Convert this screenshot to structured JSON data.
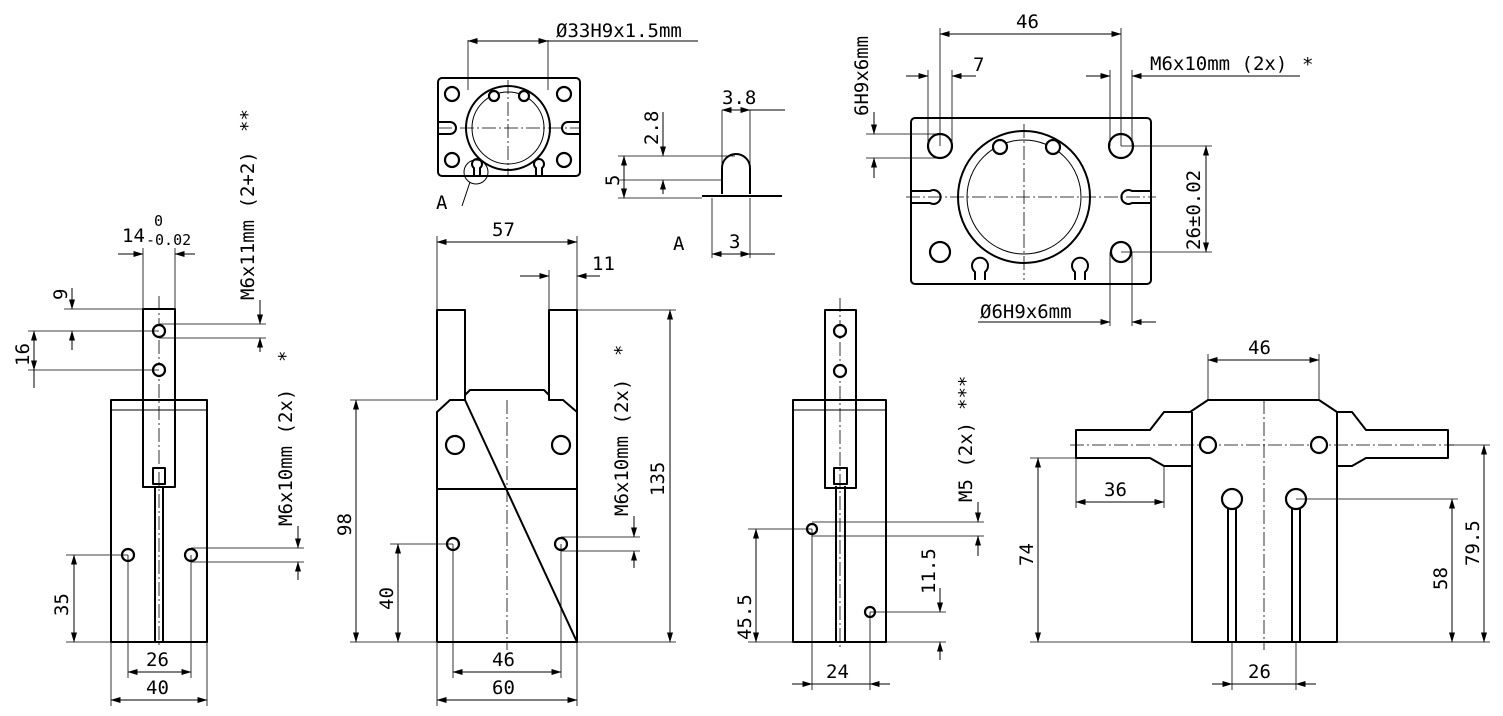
{
  "drawing": {
    "view_top": {
      "bore_label": "Ø33H9x1.5mm",
      "detail_ref": "A"
    },
    "detail_a": {
      "label": "A",
      "dim_3_8": "3.8",
      "dim_2_8": "2.8",
      "dim_5": "5",
      "dim_3": "3"
    },
    "view_bottom": {
      "dim_46": "46",
      "dim_7": "7",
      "thread_label": "M6x10mm (2x)",
      "thread_mark": "*",
      "pin_top_label": "6H9x6mm",
      "pin_bottom_label": "Ø6H9x6mm",
      "dim_26_tol": "26±0.02"
    },
    "view_side_left": {
      "width_label": "14",
      "tol_upper": "0",
      "tol_lower": "-0.02",
      "dim_9": "9",
      "dim_16": "16",
      "thread_top_label": "M6x11mm (2+2)",
      "thread_top_mark": "**",
      "thread_mid_label": "M6x10mm (2x)",
      "thread_mid_mark": "*",
      "dim_35": "35",
      "dim_26": "26",
      "dim_40": "40"
    },
    "view_front": {
      "dim_57": "57",
      "dim_11": "11",
      "dim_98": "98",
      "dim_40": "40",
      "thread_label": "M6x10mm (2x)",
      "thread_mark": "*",
      "dim_135": "135",
      "dim_46": "46",
      "dim_60": "60"
    },
    "view_side_right": {
      "thread_label": "M5 (2x)",
      "thread_mark": "***",
      "dim_45_5": "45.5",
      "dim_11_5": "11.5",
      "dim_24": "24"
    },
    "view_open": {
      "dim_46": "46",
      "dim_36": "36",
      "dim_74": "74",
      "dim_58": "58",
      "dim_79_5": "79.5",
      "dim_26": "26"
    }
  }
}
